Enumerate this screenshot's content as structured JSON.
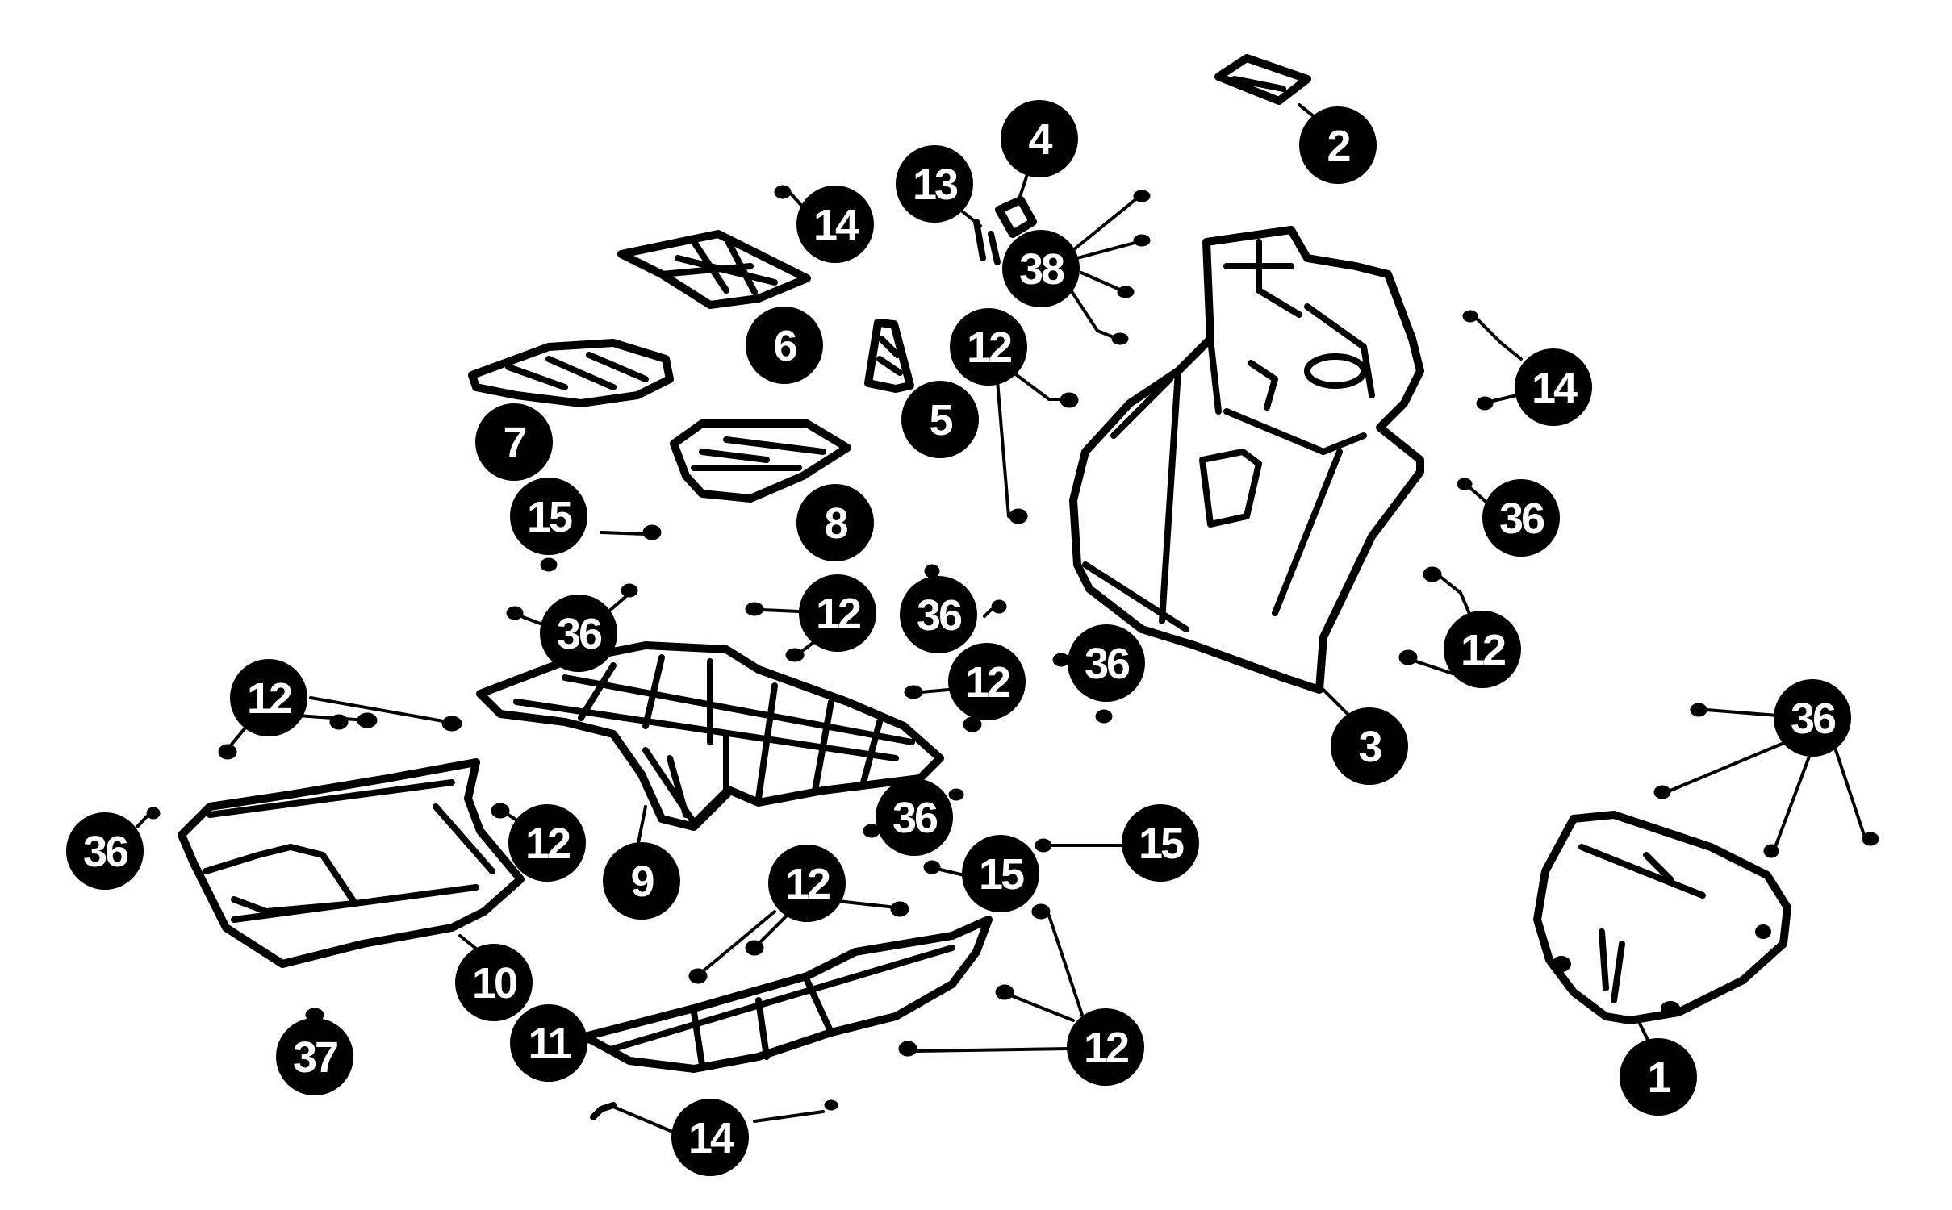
{
  "callouts": [
    {
      "id": "c1",
      "label": "1"
    },
    {
      "id": "c2",
      "label": "2"
    },
    {
      "id": "c3",
      "label": "3"
    },
    {
      "id": "c4",
      "label": "4"
    },
    {
      "id": "c5",
      "label": "5"
    },
    {
      "id": "c6",
      "label": "6"
    },
    {
      "id": "c7",
      "label": "7"
    },
    {
      "id": "c8",
      "label": "8"
    },
    {
      "id": "c9",
      "label": "9"
    },
    {
      "id": "c10",
      "label": "10"
    },
    {
      "id": "c11",
      "label": "11"
    },
    {
      "id": "c12a",
      "label": "12"
    },
    {
      "id": "c12b",
      "label": "12"
    },
    {
      "id": "c12c",
      "label": "12"
    },
    {
      "id": "c12d",
      "label": "12"
    },
    {
      "id": "c12e",
      "label": "12"
    },
    {
      "id": "c12f",
      "label": "12"
    },
    {
      "id": "c12g",
      "label": "12"
    },
    {
      "id": "c12h",
      "label": "12"
    },
    {
      "id": "c13",
      "label": "13"
    },
    {
      "id": "c14a",
      "label": "14"
    },
    {
      "id": "c14b",
      "label": "14"
    },
    {
      "id": "c14c",
      "label": "14"
    },
    {
      "id": "c15a",
      "label": "15"
    },
    {
      "id": "c15b",
      "label": "15"
    },
    {
      "id": "c15c",
      "label": "15"
    },
    {
      "id": "c36a",
      "label": "36"
    },
    {
      "id": "c36b",
      "label": "36"
    },
    {
      "id": "c36c",
      "label": "36"
    },
    {
      "id": "c36d",
      "label": "36"
    },
    {
      "id": "c36e",
      "label": "36"
    },
    {
      "id": "c36f",
      "label": "36"
    },
    {
      "id": "c36g",
      "label": "36"
    },
    {
      "id": "c37",
      "label": "37"
    },
    {
      "id": "c38",
      "label": "38"
    }
  ],
  "colors": {
    "ink": "#000000",
    "paper": "#ffffff"
  }
}
